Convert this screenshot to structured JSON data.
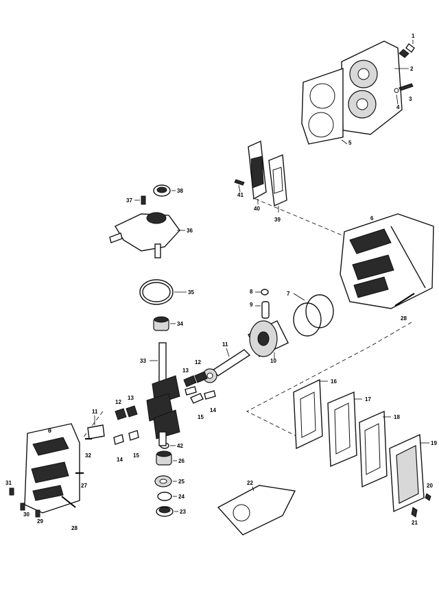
{
  "callouts": [
    "1",
    "2",
    "3",
    "4",
    "5",
    "6",
    "7",
    "8",
    "9",
    "10",
    "11",
    "12",
    "13",
    "14",
    "15",
    "16",
    "17",
    "18",
    "19",
    "20",
    "21",
    "22",
    "23",
    "24",
    "25",
    "26",
    "27",
    "28",
    "29",
    "30",
    "31",
    "32",
    "33",
    "34",
    "35",
    "36",
    "37",
    "38",
    "39",
    "40",
    "41",
    "42",
    "6",
    "28",
    "11",
    "12",
    "13",
    "14",
    "15"
  ]
}
